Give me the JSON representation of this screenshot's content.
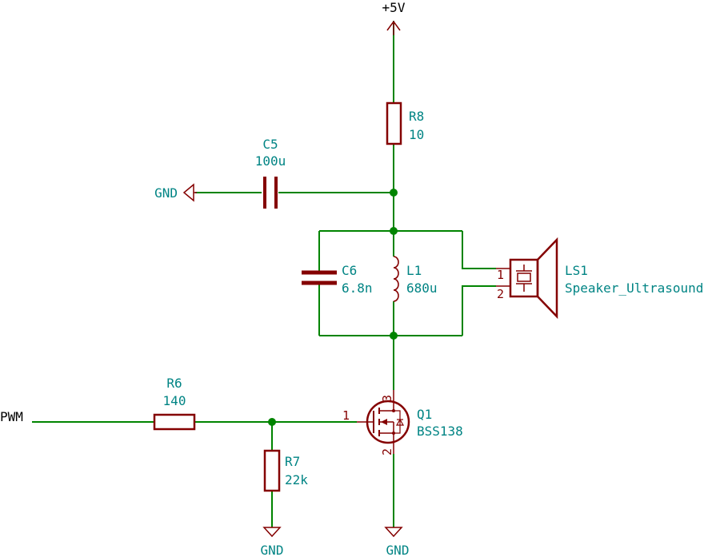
{
  "power": {
    "vcc": "+5V",
    "gnd": "GND"
  },
  "net_labels": {
    "pwm": "PWM"
  },
  "components": {
    "r8": {
      "ref": "R8",
      "value": "10"
    },
    "c5": {
      "ref": "C5",
      "value": "100u"
    },
    "c6": {
      "ref": "C6",
      "value": "6.8n"
    },
    "l1": {
      "ref": "L1",
      "value": "680u"
    },
    "ls1": {
      "ref": "LS1",
      "value": "Speaker_Ultrasound",
      "pin1": "1",
      "pin2": "2"
    },
    "r6": {
      "ref": "R6",
      "value": "140"
    },
    "r7": {
      "ref": "R7",
      "value": "22k"
    },
    "q1": {
      "ref": "Q1",
      "value": "BSS138",
      "pin1": "1",
      "pin2": "2",
      "pin3": "3"
    }
  },
  "colors": {
    "wire": "#008400",
    "component": "#840000",
    "reference_text": "#008484",
    "net_text": "#000000",
    "background": "#ffffff"
  }
}
